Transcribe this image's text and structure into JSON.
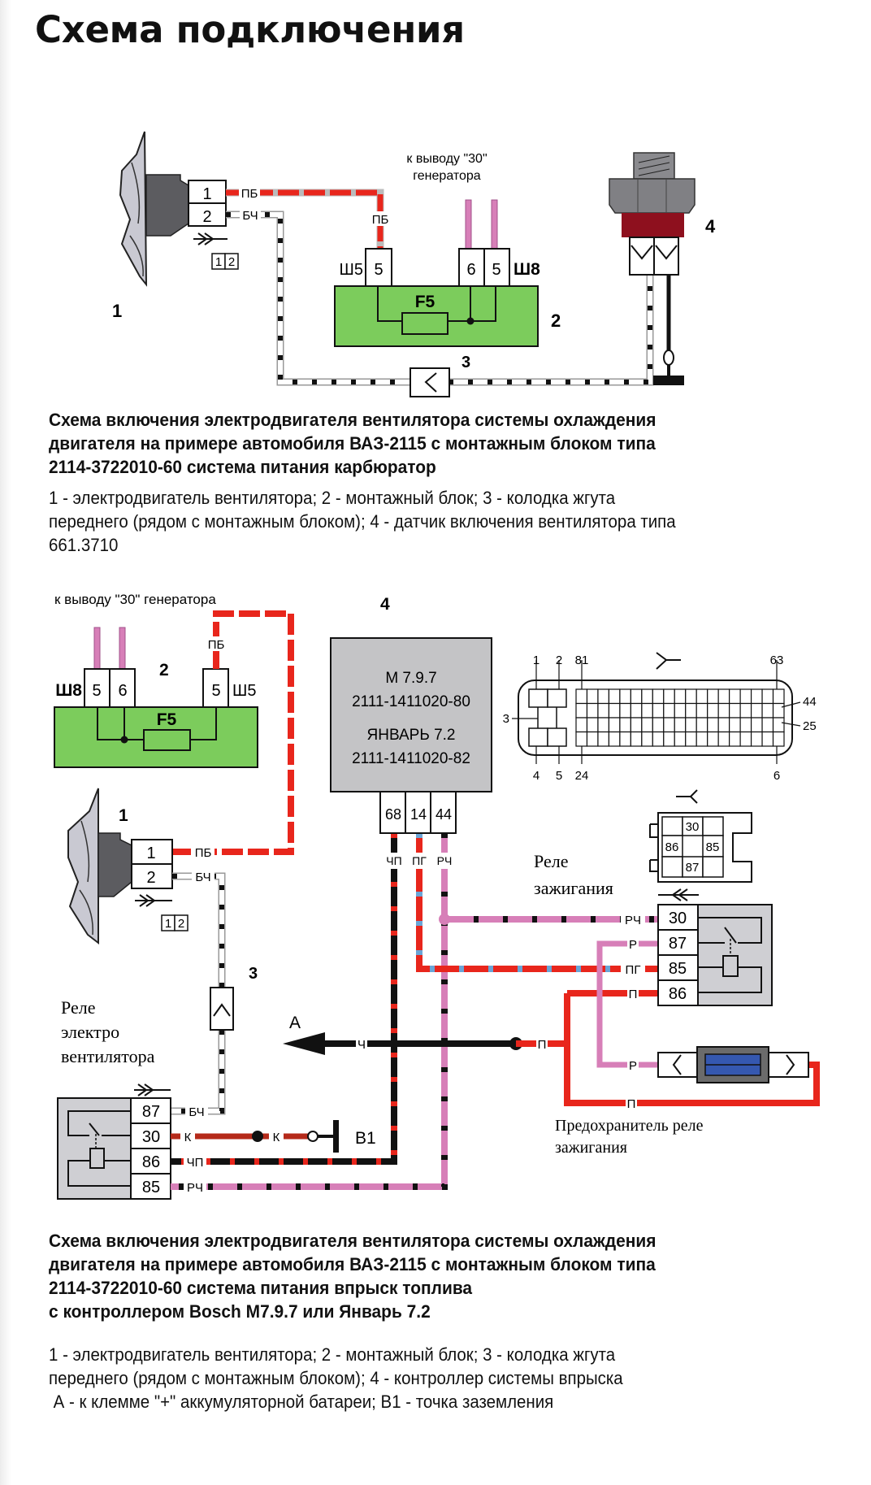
{
  "page_title": "Схема подключения",
  "diagram1": {
    "generator_label_line1": "к выводу \"30\"",
    "generator_label_line2": "генератора",
    "motor_number": "1",
    "motor_pins": [
      "1",
      "2"
    ],
    "motor_connector_label": [
      "1",
      "2"
    ],
    "block_number": "2",
    "block_left_connector": "Ш5",
    "block_left_pin": "5",
    "block_right_pins": [
      "6",
      "5"
    ],
    "block_right_connector": "Ш8",
    "fuse_label": "F5",
    "harness_number": "3",
    "sensor_number": "4",
    "wire_labels": {
      "pb1": "ПБ",
      "pb2": "ПБ",
      "bch": "БЧ"
    },
    "caption": {
      "line1": "Схема включения электродвигателя вентилятора системы охлаждения",
      "line2_a": "двигателя на примере автомобиля ",
      "line2_b": "ВАЗ-2115",
      "line2_c": " с монтажным блоком типа",
      "line3_a": "2114-3722010-60",
      "line3_b": " система питания карбюратор"
    },
    "legend": [
      "1 - электродвигатель вентилятора; 2 - монтажный блок; 3 - колодка жгута",
      "переднего (рядом с монтажным блоком); 4 - датчик включения вентилятора типа",
      "661.3710"
    ]
  },
  "diagram2": {
    "generator_label": "к выводу \"30\" генератора",
    "block_number": "2",
    "block_left_connector": "Ш8",
    "block_left_pins": [
      "5",
      "6"
    ],
    "block_right_pin": "5",
    "block_right_connector": "Ш5",
    "fuse_label": "F5",
    "motor_number": "1",
    "motor_pins": [
      "1",
      "2"
    ],
    "motor_connector_label": [
      "1",
      "2"
    ],
    "harness_number": "3",
    "ecu_number": "4",
    "ecu_lines": [
      "М 7.9.7",
      "2111-1411020-80",
      "ЯНВАРЬ 7.2",
      "2111-1411020-82"
    ],
    "ecu_pins": [
      "68",
      "14",
      "44"
    ],
    "ecu_connector": {
      "top_labels": [
        "1",
        "2",
        "81",
        "63"
      ],
      "bottom_labels": [
        "4",
        "5",
        "24",
        "6"
      ],
      "left_label": "3",
      "right_labels": [
        "44",
        "25"
      ],
      "grid_columns": 19,
      "grid_rows": 4
    },
    "ign_relay_socket_pins": [
      "30",
      "86",
      "85",
      "87"
    ],
    "ign_relay_title_line1": "Реле",
    "ign_relay_title_line2": "зажигания",
    "ign_relay_pins": [
      "30",
      "87",
      "85",
      "86"
    ],
    "fan_relay_title_line1": "Реле",
    "fan_relay_title_line2": "электро",
    "fan_relay_title_line3": "вентилятора",
    "fan_relay_pins": [
      "87",
      "30",
      "86",
      "85"
    ],
    "arrow_label": "А",
    "ground_label": "В1",
    "fuse_holder_label_line1": "Предохранитель реле",
    "fuse_holder_label_line2": "зажигания",
    "wire_labels": {
      "pb_top": "ПБ",
      "pb_motor": "ПБ",
      "bch_motor": "БЧ",
      "bch_relay": "БЧ",
      "chp": "ЧП",
      "pg": "ПГ",
      "rch": "РЧ",
      "rch_ign": "РЧ",
      "r_ign": "Р",
      "pg_ign": "ПГ",
      "p_ign": "П",
      "ch_arrow": "Ч",
      "p_junction": "П",
      "r_fuse": "Р",
      "p_fuse": "П",
      "k1": "К",
      "k2": "К",
      "chp_relay": "ЧП",
      "rch_relay": "РЧ"
    },
    "caption": {
      "line1": "Схема включения электродвигателя вентилятора системы охлаждения",
      "line2_a": "двигателя на примере автомобиля ",
      "line2_b": "ВАЗ-2115",
      "line2_c": " с монтажным блоком типа",
      "line3_a": "2114-3722010-60",
      "line3_b": " система питания впрыск топлива",
      "line4": "с контроллером Bosch M7.9.7 или Январь 7.2"
    },
    "legend": [
      "1 - электродвигатель вентилятора; 2 - монтажный блок; 3 - колодка жгута",
      "переднего (рядом с монтажным блоком); 4 - контроллер системы впрыска",
      " А - к клемме \"+\" аккумуляторной батареи; В1 - точка заземления"
    ]
  },
  "colors": {
    "green_block": "#7ccc5c",
    "wire_red": "#e8261c",
    "wire_pink": "#d77fb8",
    "wire_black": "#111111",
    "wire_blue_dash": "#6aa5d6",
    "gray_body": "#cfcfd3",
    "sensor_red": "#8e101e",
    "fuse_blue": "#3558b0"
  }
}
